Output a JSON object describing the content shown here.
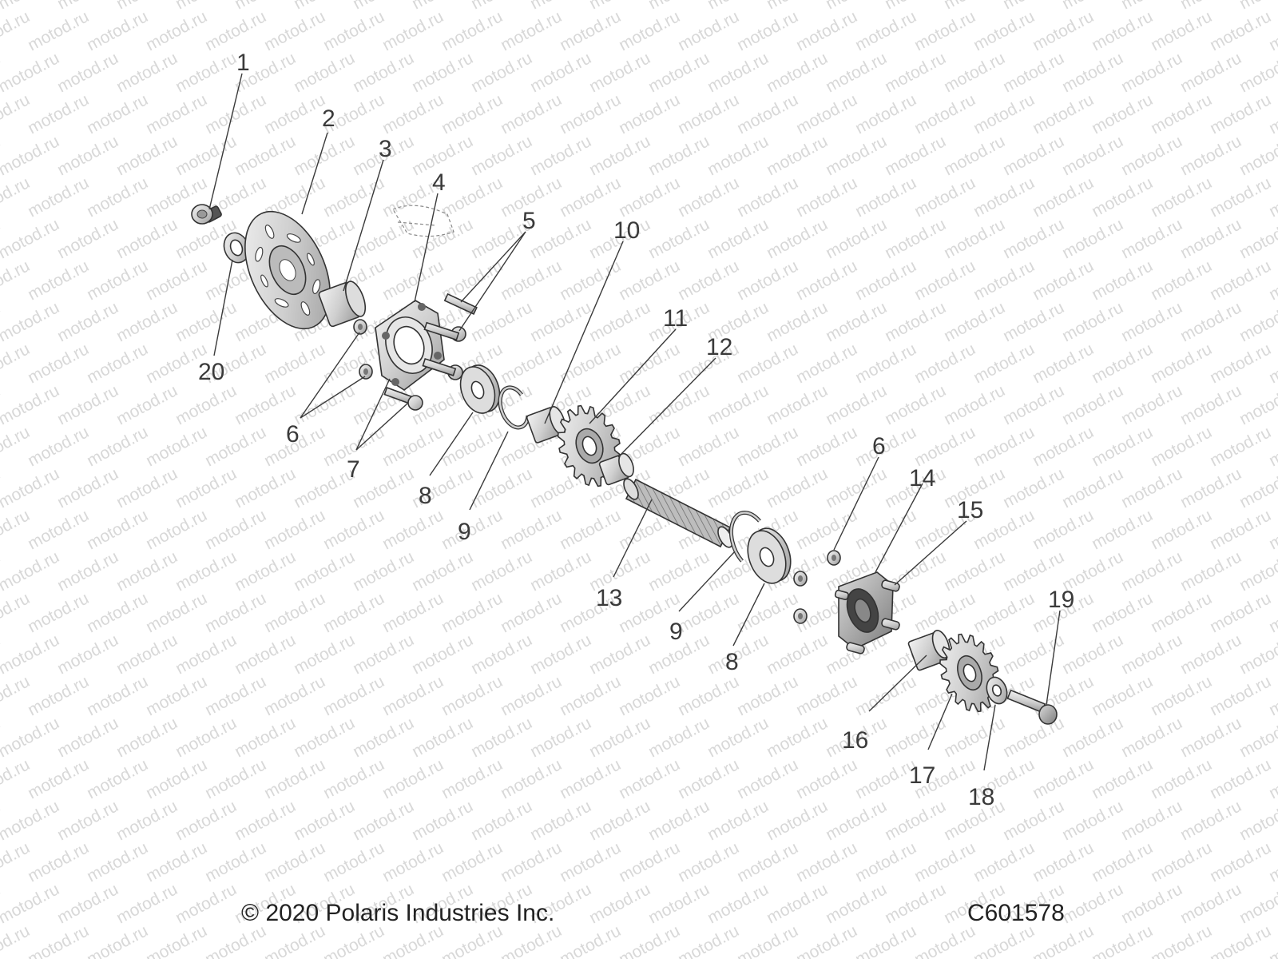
{
  "watermark": "motod.ru",
  "callouts": {
    "c1": "1",
    "c2": "2",
    "c3": "3",
    "c4": "4",
    "c5": "5",
    "c6a": "6",
    "c6b": "6",
    "c7": "7",
    "c8a": "8",
    "c8b": "8",
    "c9a": "9",
    "c9b": "9",
    "c10": "10",
    "c11": "11",
    "c12": "12",
    "c13": "13",
    "c14": "14",
    "c15": "15",
    "c16": "16",
    "c17": "17",
    "c18": "18",
    "c19": "19",
    "c20": "20"
  },
  "footer": {
    "copyright": "© 2020 Polaris Industries Inc.",
    "code": "C601578"
  }
}
